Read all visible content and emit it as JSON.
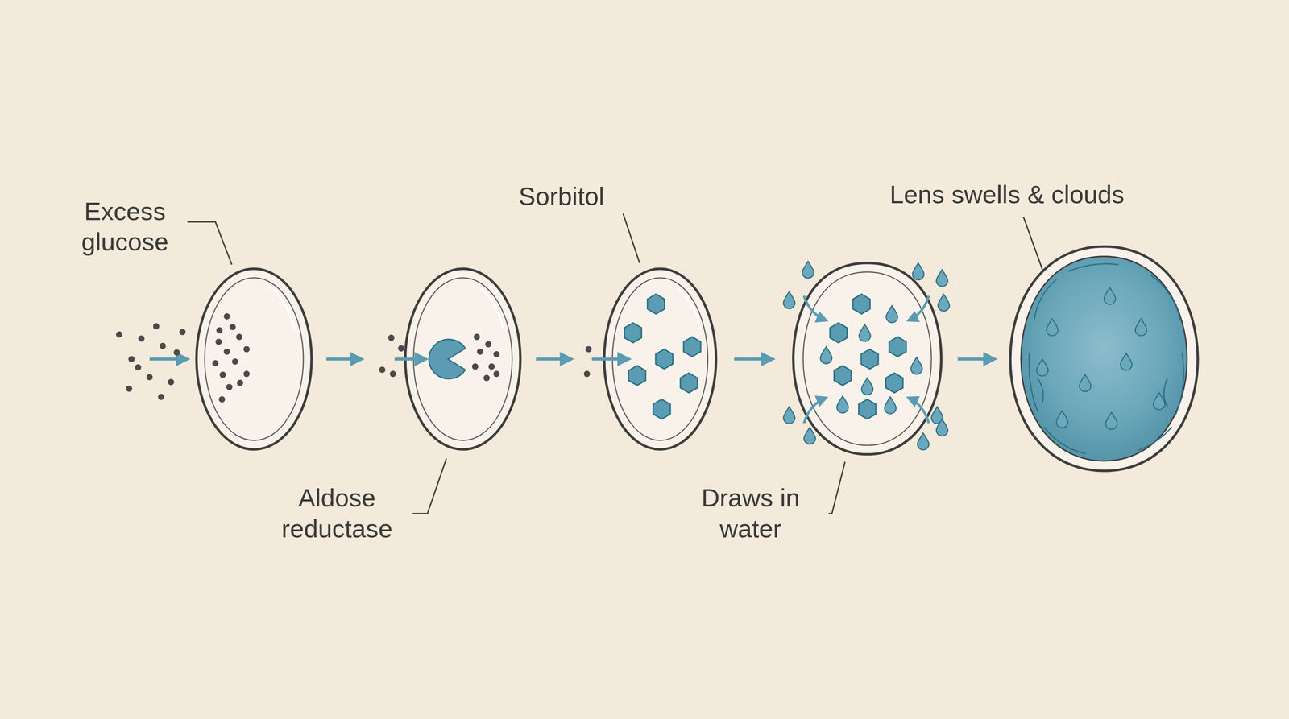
{
  "diagram": {
    "labels": [
      "Excess glucose",
      "Aldose reductase",
      "Sorbitol",
      "Draws in water",
      "Lens swells & clouds"
    ]
  }
}
